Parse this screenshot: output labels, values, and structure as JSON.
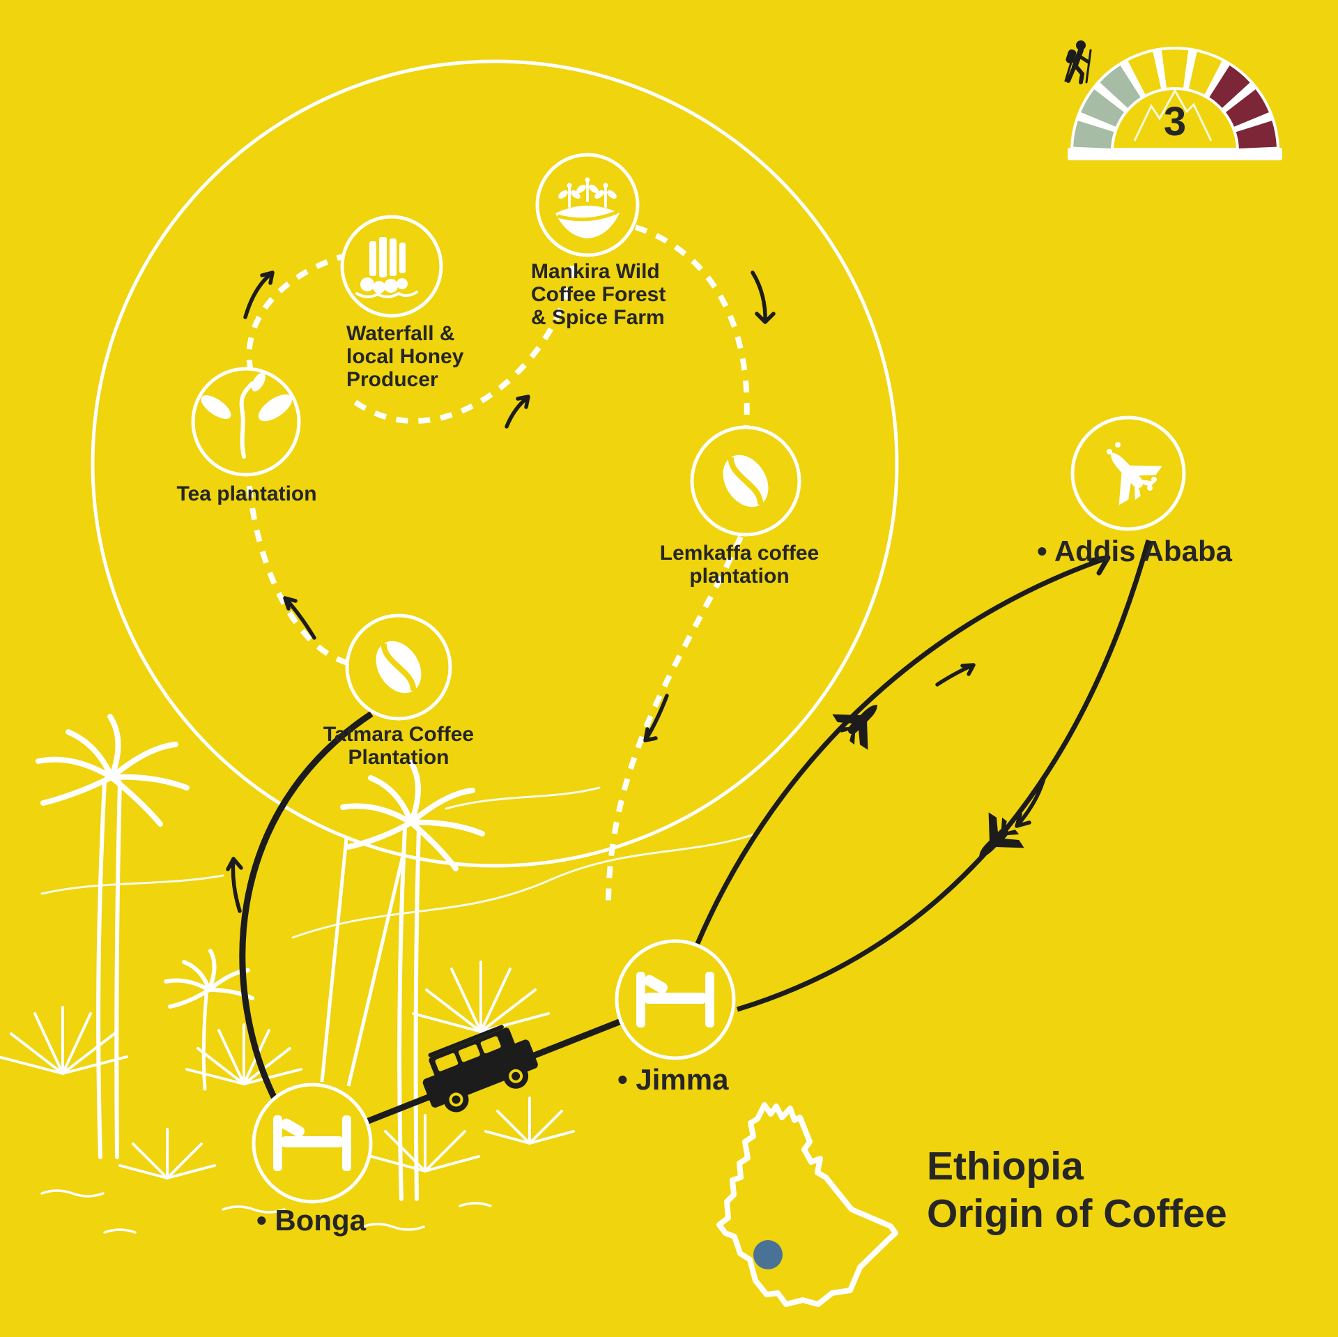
{
  "colors": {
    "background": "#EFD40E",
    "ink": "#1C1C1C",
    "white": "#FFFFFF",
    "gauge_green": "#A6BCA4",
    "gauge_maroon": "#7C2638",
    "map_dot_blue": "#4A7296"
  },
  "difficulty_gauge": {
    "level": "3",
    "scale_segments": 9,
    "green_segments": 3,
    "yellow_segments": 3,
    "maroon_segments": 3,
    "icon": "hiker-icon"
  },
  "tour_circle_stops": [
    {
      "label": "Waterfall &\nlocal Honey\nProducer",
      "icon": "waterfall-icon"
    },
    {
      "label": "Mankira Wild\nCoffee Forest\n& Spice Farm",
      "icon": "spice-farm-icon"
    },
    {
      "label": "Tea plantation",
      "icon": "tea-sprout-icon"
    },
    {
      "label": "Lemkaffa coffee\nplantation",
      "icon": "coffee-bean-icon"
    },
    {
      "label": "Tatmara Coffee\nPlantation",
      "icon": "coffee-bean-icon"
    }
  ],
  "cities": [
    {
      "label": "• Addis Ababa",
      "icon": "airplane-icon"
    },
    {
      "label": "• Jimma",
      "icon": "bed-icon"
    },
    {
      "label": "• Bonga",
      "icon": "bed-icon"
    }
  ],
  "title": {
    "line1": "Ethiopia",
    "line2": "Origin of Coffee"
  }
}
